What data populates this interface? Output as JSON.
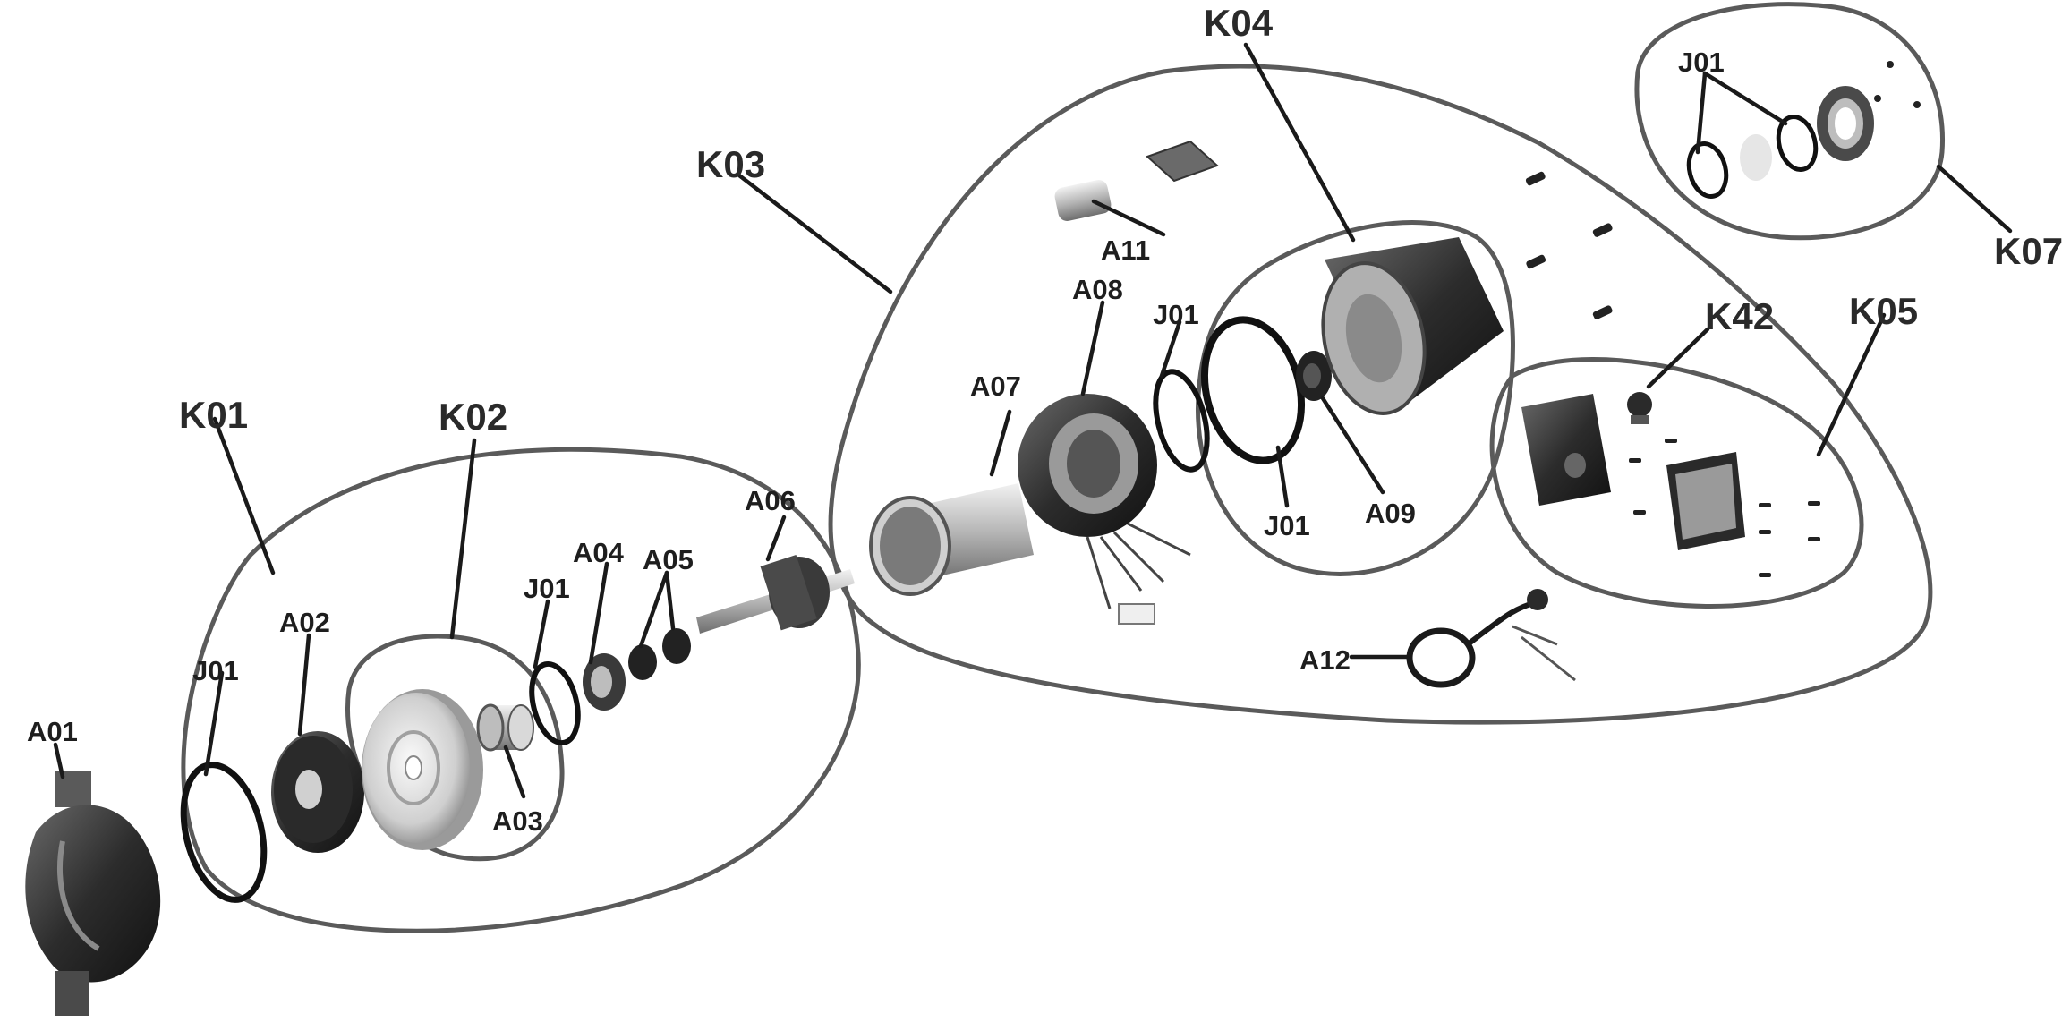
{
  "diagram": {
    "groups": {
      "K01": "K01",
      "K02": "K02",
      "K03": "K03",
      "K04": "K04",
      "K05": "K05",
      "K07": "K07",
      "K42": "K42"
    },
    "parts": {
      "A01": "A01",
      "A02": "A02",
      "A03": "A03",
      "A04": "A04",
      "A05": "A05",
      "A06": "A06",
      "A07": "A07",
      "A08": "A08",
      "A09": "A09",
      "A11": "A11",
      "A12": "A12",
      "J01": "J01"
    }
  }
}
